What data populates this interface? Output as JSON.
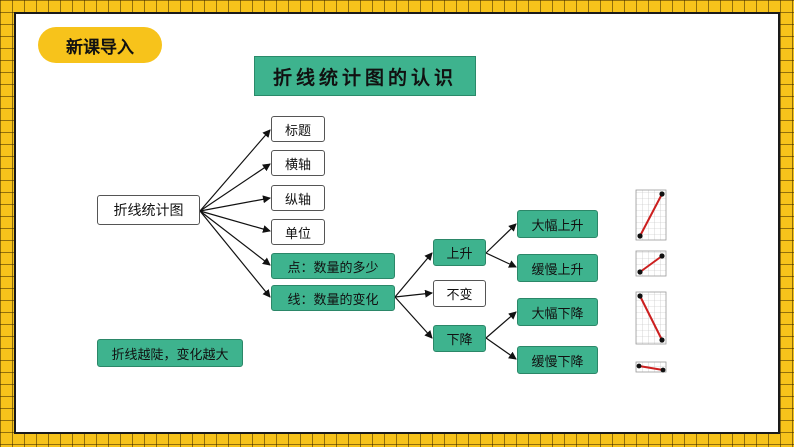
{
  "badge": "新课导入",
  "title": "折线统计图的认识",
  "root": "折线统计图",
  "branches": [
    "标题",
    "横轴",
    "纵轴",
    "单位",
    "点：数量的多少",
    "线：数量的变化"
  ],
  "trends": [
    "上升",
    "不变",
    "下降"
  ],
  "rise_types": [
    "大幅上升",
    "缓慢上升"
  ],
  "fall_types": [
    "大幅下降",
    "缓慢下降"
  ],
  "note": "折线越陡，变化越大",
  "colors": {
    "accent": "#3eb38e",
    "frame": "#f7c31b",
    "line_red": "#cc1f1f"
  }
}
